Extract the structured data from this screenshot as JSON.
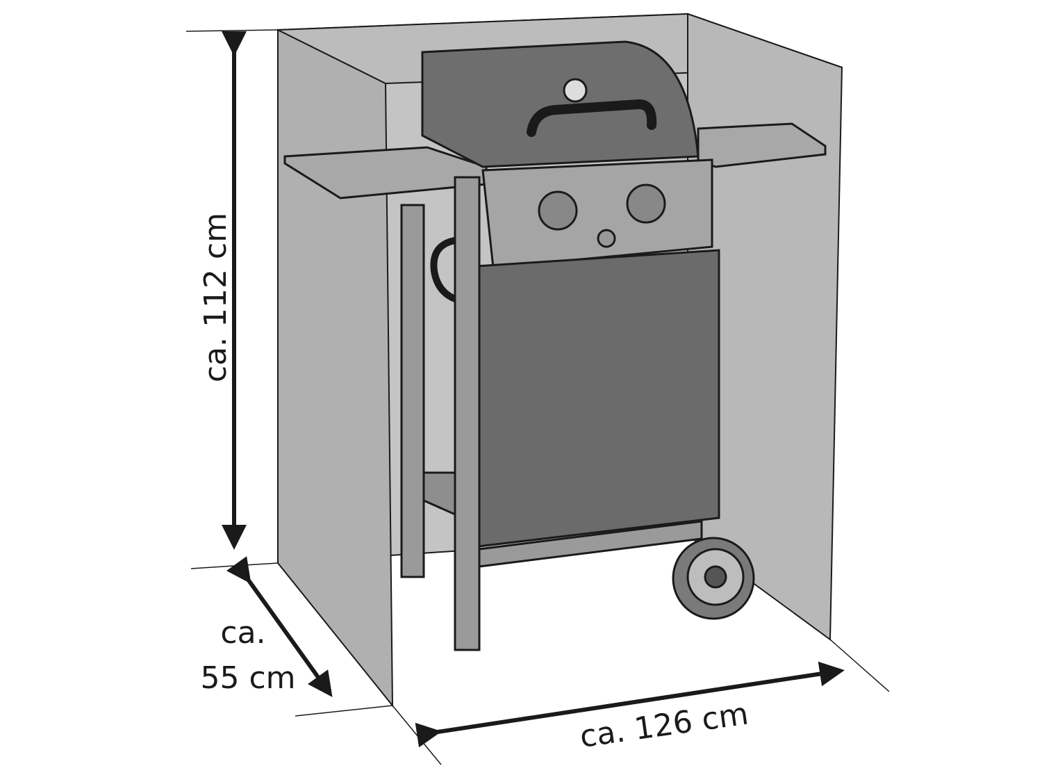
{
  "dimensions": {
    "height_label": "ca. 112 cm",
    "depth_label_line1": "ca.",
    "depth_label_line2": "55 cm",
    "width_label": "ca. 126 cm"
  },
  "colors": {
    "cover": "#b5b5b5",
    "grill_dark": "#6b6b6b",
    "lines": "#1a1a1a"
  }
}
